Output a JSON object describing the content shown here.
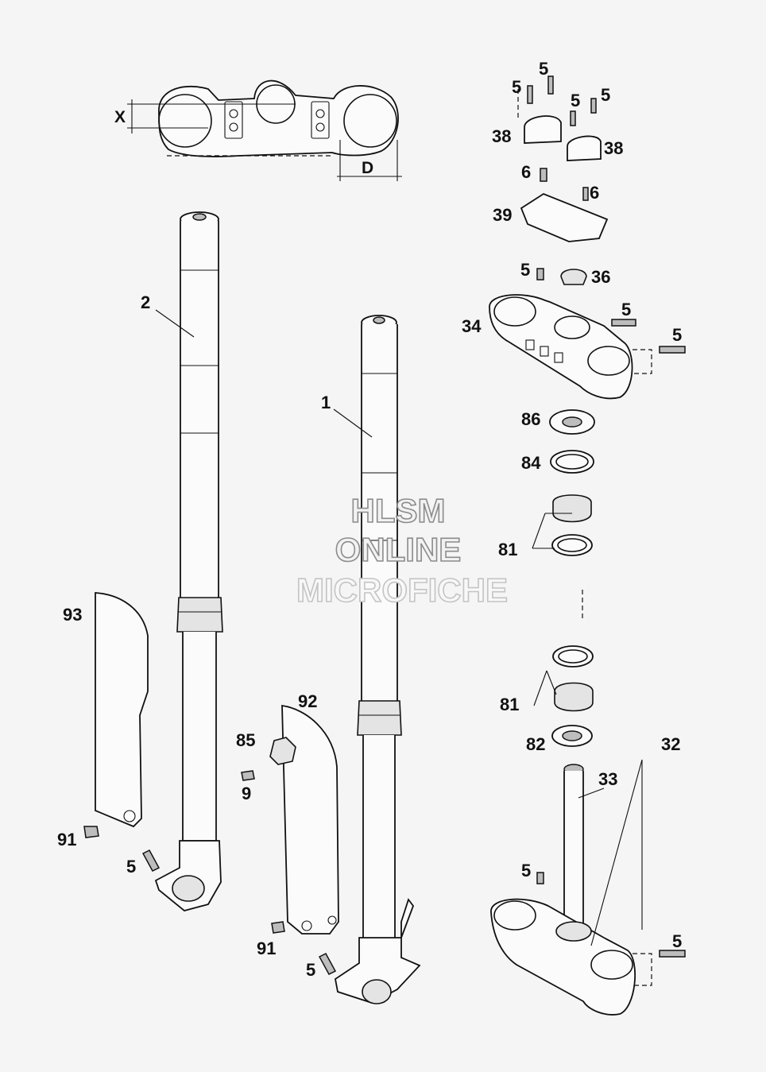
{
  "dimension_labels": {
    "x": "X",
    "d": "D"
  },
  "watermark": {
    "line1": "HLSM",
    "line2": "ONLINE",
    "line3": "MICROFICHE"
  },
  "part_labels": {
    "fork_leg_1": "1",
    "fork_leg_2": "2",
    "screw_5_top_left": "5",
    "screw_5_top_center": "5",
    "screw_5_top_mid": "5",
    "screw_5_top_right": "5",
    "clamp_38_left": "38",
    "clamp_38_right": "38",
    "screw_6_left": "6",
    "screw_6_right": "6",
    "bracket_39": "39",
    "screw_5_upper_crown": "5",
    "plug_36": "36",
    "upper_crown_34": "34",
    "screw_5_crown_side": "5",
    "screw_5_crown_right": "5",
    "seal_86": "86",
    "ring_84": "84",
    "bearing_81_upper": "81",
    "guard_93": "93",
    "guard_92": "92",
    "bracket_85": "85",
    "screw_9": "9",
    "bearing_81_lower": "81",
    "ring_82": "82",
    "steering_stem_32": "32",
    "stem_tube_33": "33",
    "screw_91_left": "91",
    "screw_5_left_foot": "5",
    "screw_5_lower_crown": "5",
    "screw_5_lower_crown_right": "5",
    "screw_91_center": "91",
    "screw_5_right_foot": "5"
  }
}
